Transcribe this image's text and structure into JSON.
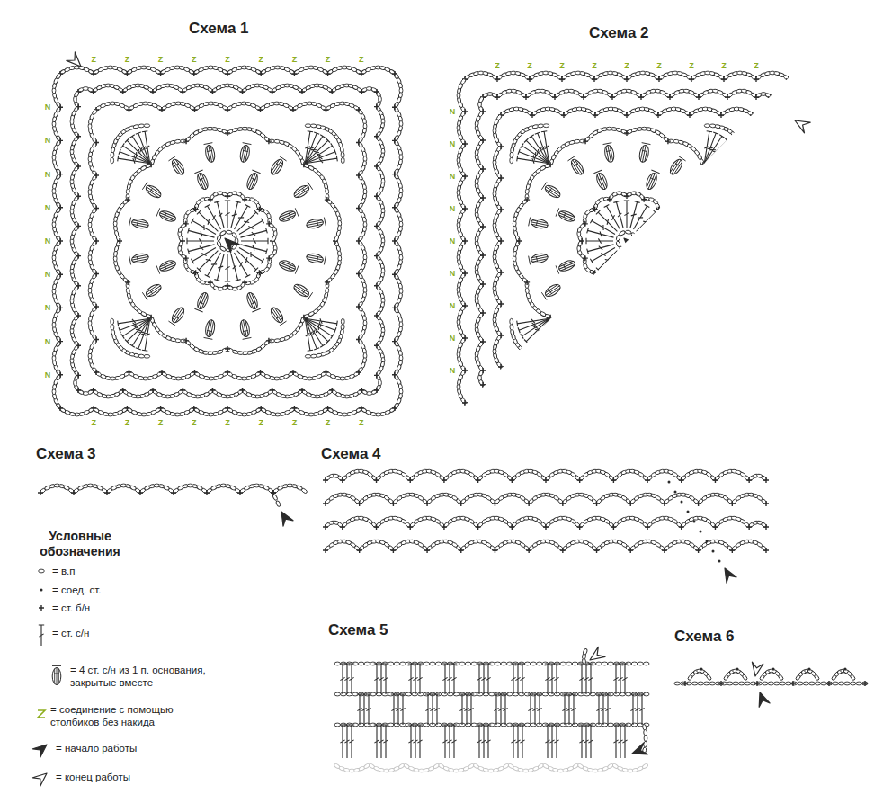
{
  "diagram": {
    "labels": [
      "Схема 1",
      "Схема 2",
      "Схема 3",
      "Схема 4",
      "Схема 5",
      "Схема 6",
      "Условные обозначения",
      "Z",
      "Z",
      "Z",
      "Z",
      "Z",
      "Z",
      "Z",
      "Z",
      "Z",
      "N",
      "N",
      "N",
      "N",
      "N",
      "N",
      "N",
      "N",
      "N",
      "Z",
      "Z",
      "Z",
      "Z",
      "Z",
      "Z",
      "Z",
      "Z",
      "Z",
      "Z",
      "Z",
      "Z",
      "Z",
      "Z",
      "Z",
      "Z",
      "Z",
      "Z",
      "N",
      "N",
      "N",
      "N",
      "N",
      "N",
      "N",
      "N",
      "N"
    ],
    "legend": [
      {
        "text": "= в.п"
      },
      {
        "text": "= соед. ст."
      },
      {
        "text": "= ст. б/н"
      },
      {
        "text": "= ст. с/н"
      },
      {
        "text": "= 4 ст. с/н из 1 п. основания, закрытые вместе"
      },
      {
        "text": "= соединение с помощью столбиков без накида"
      },
      {
        "text": "= начало работы"
      },
      {
        "text": "= конец работы"
      }
    ]
  }
}
